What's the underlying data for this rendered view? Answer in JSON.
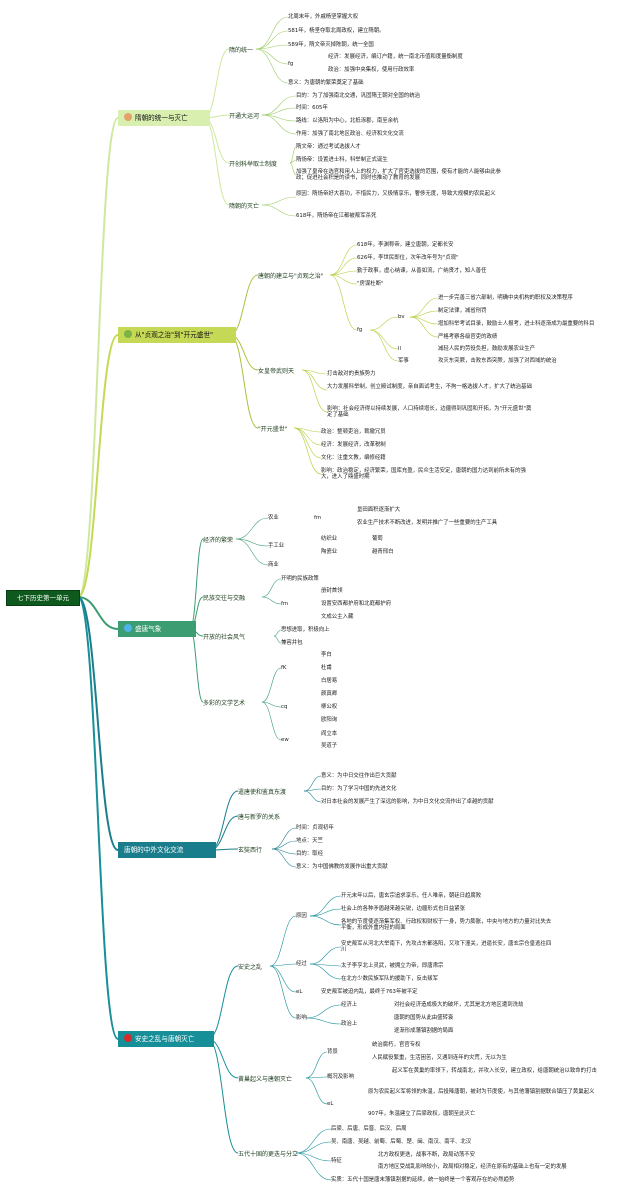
{
  "root": "七下历史第一单元",
  "branches": [
    "隋朝的统一与灭亡",
    "从\"贞观之治\"到\"开元盛世\"",
    "盛唐气象",
    "唐朝的中外文化交流",
    "安史之乱与唐朝灭亡"
  ],
  "b1": {
    "c": [
      "隋的统一",
      "开通大运河",
      "开创科举取士制度",
      "隋朝的灭亡"
    ],
    "t": [
      "北周末年，外戚杨坚掌握大权",
      "581年，杨坚夺取北周政权，建立隋朝。",
      "589年，隋文帝灭掉陈朝，统一全国",
      "fg",
      "经济：发展经济，编订户籍，统一南北币值和度量衡制度",
      "政治：加强中央集权，使用行政效率",
      "意义：为唐朝的繁荣奠定了基础",
      "目的：为了加强南北交通，巩固隋王朝对全国的统治",
      "时间：605年",
      "路线：以洛阳为中心，北抵涿郡，南至余杭",
      "作用：加强了南北地区政治、经济和文化交流",
      "隋文帝：通过考试选拔人才",
      "隋炀帝：设置进士科，科举制正式诞生",
      "加强了皇帝在选官和用人上的权力，扩大了官吏选拔的范围，使有才能的人能够由此参政；促进社会积是的读书，同时也推动了教育的发展",
      "原因：隋炀帝好大喜功，不惜民力，又极情享乐，奢侈无度，导致大规模的农民起义",
      "618年，隋炀帝在江都被叛军杀死"
    ]
  },
  "b2": {
    "c": [
      "唐朝的建立与\"贞观之治\"",
      "女皇帝武则天",
      "\"开元盛世\""
    ],
    "t": [
      "618年，李渊称帝，建立唐朝，定都长安",
      "626年，李世民即位，次年改年号为\"贞观\"",
      "勤于政事，虚心纳谏，从善如流，广纳贤才，知人善任",
      "\"房谋杜断\"",
      "fg",
      "bv",
      "进一步完善三省六部制，明确中央机构的职权及决策程序",
      "制定法律，减省刑罚",
      "增加科举考试目录，鼓励士人报考，进士科逐渐成为最重要的科目",
      "严格考察各级官吏的政绩",
      "ll",
      "减轻人民的劳役负担，鼓励发展农业生产",
      "军事",
      "攻灭东突厥，击败东西突厥，加强了对西域的统治",
      "打击敌对的贵族势力",
      "大力发展科举制，创立殿试制度，亲自面试考生，不拘一格选拔人才，扩大了统治基础",
      "影响：社会经济得以持续发展，人口持续增长，边疆得到巩固和开拓，为\"开元盛世\"奠定了基础",
      "政治：整顿吏治，裁撤冗员",
      "经济：发展经济，改革税制",
      "文化：注重文教，编修经籍",
      "影响：政治稳定，经济繁荣，国库充盈，民众生活安定，唐朝的国力达到前所未有的强大，进入了鼎盛时期"
    ]
  },
  "b3": {
    "c": [
      "经济的繁荣",
      "民族交往与交融",
      "开放的社会风气",
      "多彩的文学艺术"
    ],
    "t": [
      "农业",
      "fm",
      "垦田面积逐渐扩大",
      "农业生产技术不断改进，发明并推广了一些重要的生产工具",
      "手工业",
      "纺织业",
      "葡萄",
      "陶瓷业",
      "越青邢白",
      "商业",
      "开明的民族政策",
      "fm",
      "册封首领",
      "设置安西都护府和北庭都护府",
      "文成公主入藏",
      "思想进取，积极向上",
      "兼容并包",
      "fK",
      "李白",
      "杜甫",
      "白居易",
      "cq",
      "颜真卿",
      "柳公权",
      "欧阳询",
      "ew",
      "阎立本",
      "吴道子"
    ]
  },
  "b4": {
    "c": [
      "遣唐使和鉴真东渡",
      "唐与新罗的关系",
      "玄奘西行"
    ],
    "t": [
      "意义：为中日交往作出巨大贡献",
      "目的：为了学习中国的先进文化",
      "对日本社会的发展产生了深远的影响，为中日文化交流作出了卓越的贡献",
      "时间：贞观初年",
      "地点：天竺",
      "目的：取经",
      "意义：为中国佛教的发展作出重大贡献"
    ]
  },
  "b5": {
    "c": [
      "安史之乱",
      "黄巢起义与唐朝灭亡",
      "五代十国的更迭与分立"
    ],
    "t": [
      "原因",
      "开元末年以后，唐玄宗追求享乐，任人唯亲，朝廷日趋腐败",
      "社会上的各种矛盾越来越尖锐，边疆形式也日益紧张",
      "各地的节度使逐渐集军权、行政权和财权于一身，势力膨胀，中央与地方的力量对比失去平衡，形成外重内轻的局面",
      "经过",
      "安史叛军从河北大举南下，先攻占东都洛阳，又攻下潼关，进逼长安，唐玄宗仓皇逃往四川",
      "太子李亨北上灵武，被拥立为帝，即唐肃宗",
      "在北方少数民族军队的援助下，反击叛军",
      "eL",
      "安史叛军被迫内乱，最终于763年被平定",
      "影响",
      "经济上",
      "对社会经济造成极大的破坏，尤其是北方地区遭到洗劫",
      "政治上",
      "唐朝的国势从此由盛转衰",
      "逐渐形成藩镇割据的局面",
      "背景",
      "统治腐朽，官官专权",
      "人民赋役繁重，生活困苦，又遇到连年的灾荒，无以为生",
      "概况及影响",
      "起义军在黄巢的率领下，转战南北，并攻入长安，建立政权，给唐朝统治以致命的打击",
      "eL",
      "原为农民起义军将领的朱温，后投降唐朝，被封为节度使，与其他藩镇割据联合镇压了黄巢起义",
      "907年，朱温建立了后梁政权，唐朝至此灭亡",
      "后梁、后唐、后晋、后汉、后周",
      "吴、南唐、吴越、前蜀、后蜀、楚、闽、南汉、南平、北汉",
      "特征",
      "北方政权更迭，战事不断，政局动荡不安",
      "南方地区受战乱影响较小，政局相对稳定，经济在原有的基础上也有一定的发展",
      "实质：五代十国是唐末藩镇割据的延续，统一始终是一个客观存在的必然趋势"
    ]
  },
  "colors": {
    "root": "#0e5a1e",
    "b1": "#cfe8a0",
    "b2": "#c6d957",
    "b3": "#3c9d72",
    "b4": "#1a7d8c",
    "b5": "#178f99"
  }
}
